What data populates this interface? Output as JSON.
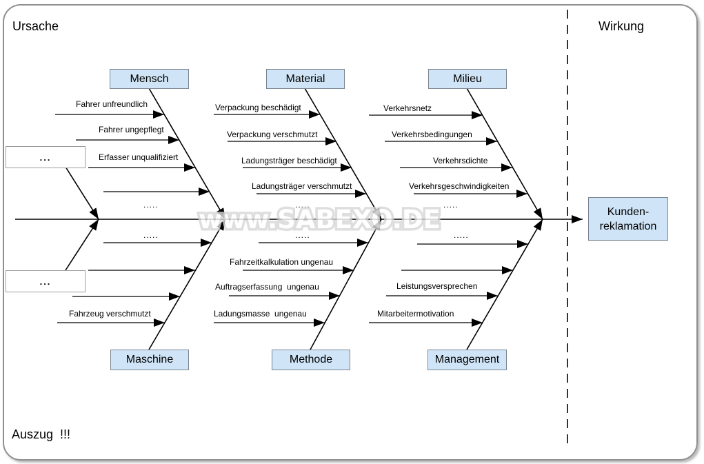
{
  "frame": {
    "left_title": "Ursache",
    "right_title": "Wirkung",
    "footer_note": "Auszug  !!!"
  },
  "watermark": "www.SABEXO.DE",
  "dots": ".....",
  "placeholder_label": "...",
  "effect_box": {
    "line1": "Kunden-",
    "line2": "reklamation"
  },
  "colors": {
    "category_box_fill": "#cfe4f6",
    "category_box_border": "#78848f",
    "line": "#000000",
    "frame_border": "#8f8f8f",
    "watermark": "#d6d6d6"
  },
  "branches": {
    "mensch": {
      "label": "Mensch",
      "causes": [
        "Fahrer unfreundlich",
        "Fahrer ungepflegt",
        "Erfasser unqualifiziert"
      ]
    },
    "material": {
      "label": "Material",
      "causes": [
        "Verpackung beschädigt",
        "Verpackung verschmutzt",
        "Ladungsträger beschädigt",
        "Ladungsträger verschmutzt"
      ]
    },
    "milieu": {
      "label": "Milieu",
      "causes": [
        "Verkehrsnetz",
        "Verkehrsbedingungen",
        "Verkehrsdichte",
        "Verkehrsgeschwindigkeiten"
      ]
    },
    "maschine": {
      "label": "Maschine",
      "causes": [
        "Fahrzeug verschmutzt"
      ]
    },
    "methode": {
      "label": "Methode",
      "causes": [
        "Fahrzeitkalkulation ungenau",
        "Auftragserfassung  ungenau",
        "Ladungsmasse  ungenau"
      ]
    },
    "management": {
      "label": "Management",
      "causes": [
        "Leistungsversprechen",
        "Mitarbeitermotivation"
      ]
    }
  }
}
